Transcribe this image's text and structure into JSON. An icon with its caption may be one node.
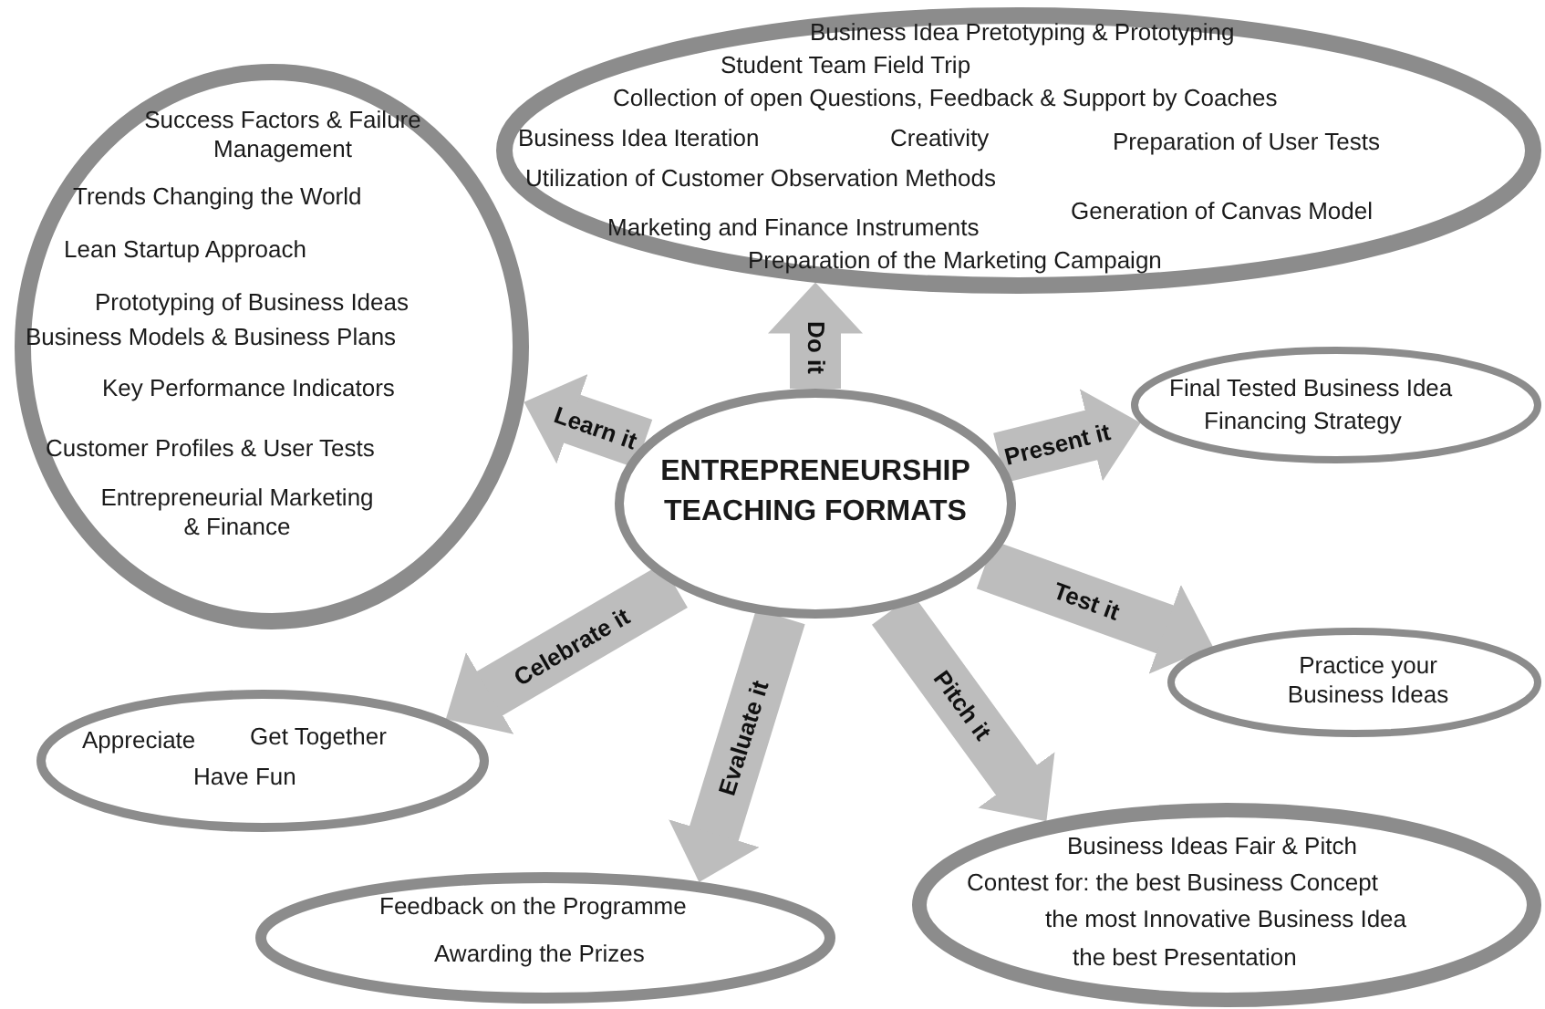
{
  "diagram": {
    "nodes": [
      {
        "text": [
          "ENTREPRENEURSHIP TEACHING FORMATS"
        ]
      },
      {
        "text": [
          "Success Factors & Failure Management",
          "Trends Changing the World",
          "Lean Startup Approach",
          "Prototyping of Business Ideas",
          "Business Models & Business Plans",
          "Key Performance Indicators",
          "Customer Profiles & User Tests",
          "Entrepreneurial Marketing & Finance"
        ]
      },
      {
        "text": [
          "Business Idea Pretotyping & Prototyping",
          "Student Team Field Trip",
          "Collection of open Questions, Feedback & Support by Coaches",
          "Business Idea Iteration",
          "Creativity",
          "Preparation of User Tests",
          "Utilization of Customer Observation Methods",
          "Generation of Canvas Model",
          "Marketing and Finance Instruments",
          "Preparation of the Marketing Campaign"
        ]
      },
      {
        "text": [
          "Final Tested Business Idea",
          "Financing Strategy"
        ]
      },
      {
        "text": [
          "Practice your Business Ideas"
        ]
      },
      {
        "text": [
          "Business Ideas Fair & Pitch",
          "Contest for: the best Business Concept",
          "the most Innovative Business Idea",
          "the best Presentation"
        ]
      },
      {
        "text": [
          "Feedback on the Programme",
          "Awarding the Prizes"
        ]
      },
      {
        "text": [
          "Appreciate",
          "Get Together",
          "Have Fun"
        ]
      }
    ],
    "edges": [
      {
        "from": 0,
        "to": 1,
        "arrow": "to",
        "label": "Learn it"
      },
      {
        "from": 0,
        "to": 2,
        "arrow": "to",
        "label": "Do it"
      },
      {
        "from": 0,
        "to": 3,
        "arrow": "to",
        "label": "Present it"
      },
      {
        "from": 0,
        "to": 4,
        "arrow": "to",
        "label": "Test it"
      },
      {
        "from": 0,
        "to": 5,
        "arrow": "to",
        "label": "Pitch it"
      },
      {
        "from": 0,
        "to": 6,
        "arrow": "to",
        "label": "Evaluate it"
      },
      {
        "from": 0,
        "to": 7,
        "arrow": "to",
        "label": "Celebrate it"
      }
    ]
  }
}
